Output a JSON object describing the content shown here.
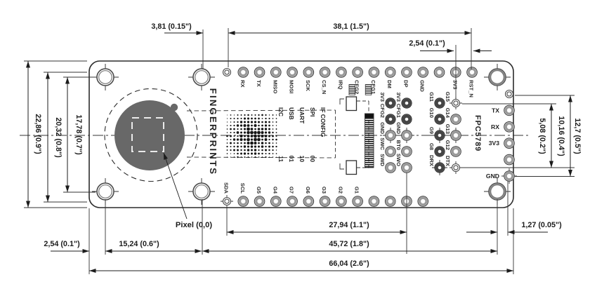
{
  "board": {
    "name": "FPC5789",
    "brand": "FINGERPRINTS"
  },
  "sensor": {
    "pixel_origin_label": "Pixel (0,0)"
  },
  "if_config": {
    "title": "IF CONFIG",
    "rows": [
      {
        "label": "SPI",
        "value": "00"
      },
      {
        "label": "UART",
        "value": "10"
      },
      {
        "label": "USB",
        "value": "01"
      },
      {
        "label": "I2C",
        "value": "11"
      }
    ]
  },
  "pins": {
    "top": [
      "",
      "RX",
      "TX",
      "MISO",
      "MOSI",
      "SCK",
      "CS_N",
      "IRQ",
      "CFG2",
      "CFG1",
      "DM",
      "DP",
      "GND",
      "",
      "3V3",
      "RST_N"
    ],
    "bottom": [
      "SDA",
      "SCL",
      "G5",
      "G4",
      "G7",
      "G6",
      "G3",
      "G2",
      "G1",
      "",
      "",
      "",
      ""
    ],
    "right": [
      {
        "label": "",
        "style": "via"
      },
      {
        "label": "TX",
        "style": "ring"
      },
      {
        "label": "RX",
        "style": "ring"
      },
      {
        "label": "3V3",
        "style": "ring"
      },
      {
        "label": "",
        "style": "ring"
      },
      {
        "label": "GND",
        "style": "tgt"
      }
    ],
    "grid": {
      "labels": [
        [
          "3V3",
          "CFG2",
          "GND",
          "SWC",
          "SWD"
        ],
        [
          "3V3",
          "CFG1",
          "GND",
          "BT0",
          "SWO"
        ],
        [
          "G11",
          "G10",
          "G9",
          "G8",
          "DRX"
        ],
        [
          "G15",
          "G14",
          "G13",
          "G12",
          "DTX"
        ]
      ],
      "styles": [
        [
          "dark",
          "dark",
          "tgt",
          "ring",
          "ring"
        ],
        [
          "dark",
          "dark",
          "tgt",
          "ring",
          "ring"
        ],
        [
          "dark",
          "dark",
          "tgtd",
          "dark",
          "tgtd"
        ],
        [
          "viat",
          "ring",
          "tgt",
          "ring",
          "viat"
        ]
      ]
    }
  },
  "dimensions": {
    "top": {
      "d1": "3,81 (0.15\")",
      "d2": "38,1 (1.5\")",
      "d3": "2,54 (0.1\")"
    },
    "left": {
      "d1": "22,86 (0.9\")",
      "d2": "20,32 (0.8\")",
      "d3": "17,78 (0.7\")"
    },
    "right": {
      "d1": "5,08 (0.2\")",
      "d2": "10,16 (0.4\")",
      "d3": "12,7 (0.5\")"
    },
    "bottom": {
      "d1": "2,54 (0.1\")",
      "d2": "15,24 (0.6\")",
      "d3": "27,94 (1.1\")",
      "d4": "45,72 (1.8\")",
      "d5": "66,04 (2.6\")",
      "d6": "1,27 (0.05\")"
    }
  },
  "colors": {
    "line": "#2b2b2b",
    "sensor": "#686868",
    "pin_gray": "#9a9a9a",
    "pin_dark": "#454545"
  }
}
